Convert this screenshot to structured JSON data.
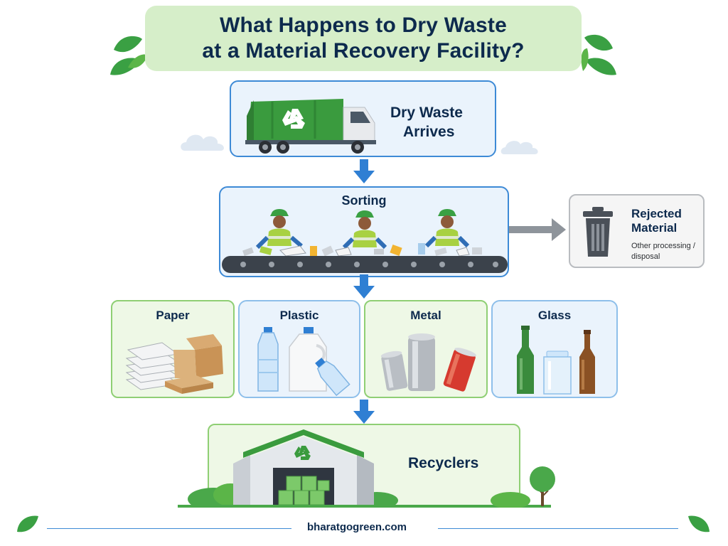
{
  "title": {
    "line1": "What Happens to Dry Waste",
    "line2": "at a Material Recovery Facility?"
  },
  "steps": {
    "arrive": {
      "label_line1": "Dry Waste",
      "label_line2": "Arrives"
    },
    "sorting": {
      "label": "Sorting"
    },
    "rejected": {
      "label_line1": "Rejected",
      "label_line2": "Material",
      "note_line1": "Other processing /",
      "note_line2": "disposal"
    },
    "categories": [
      {
        "label": "Paper"
      },
      {
        "label": "Plastic"
      },
      {
        "label": "Metal"
      },
      {
        "label": "Glass"
      }
    ],
    "recyclers": {
      "label": "Recyclers"
    }
  },
  "footer": {
    "site": "bharatgogreen.com"
  },
  "colors": {
    "navy": "#0d2a4d",
    "blue_arrow": "#2f7fd3",
    "green": "#3aa043",
    "title_bg": "#d6eec9"
  },
  "icons": [
    "truck-icon",
    "recycle-icon",
    "worker-icon",
    "conveyor-icon",
    "trash-bin-icon",
    "paper-stack-icon",
    "plastic-bottle-icon",
    "metal-can-icon",
    "glass-bottle-icon",
    "warehouse-icon",
    "leaf-icon",
    "tree-icon"
  ]
}
